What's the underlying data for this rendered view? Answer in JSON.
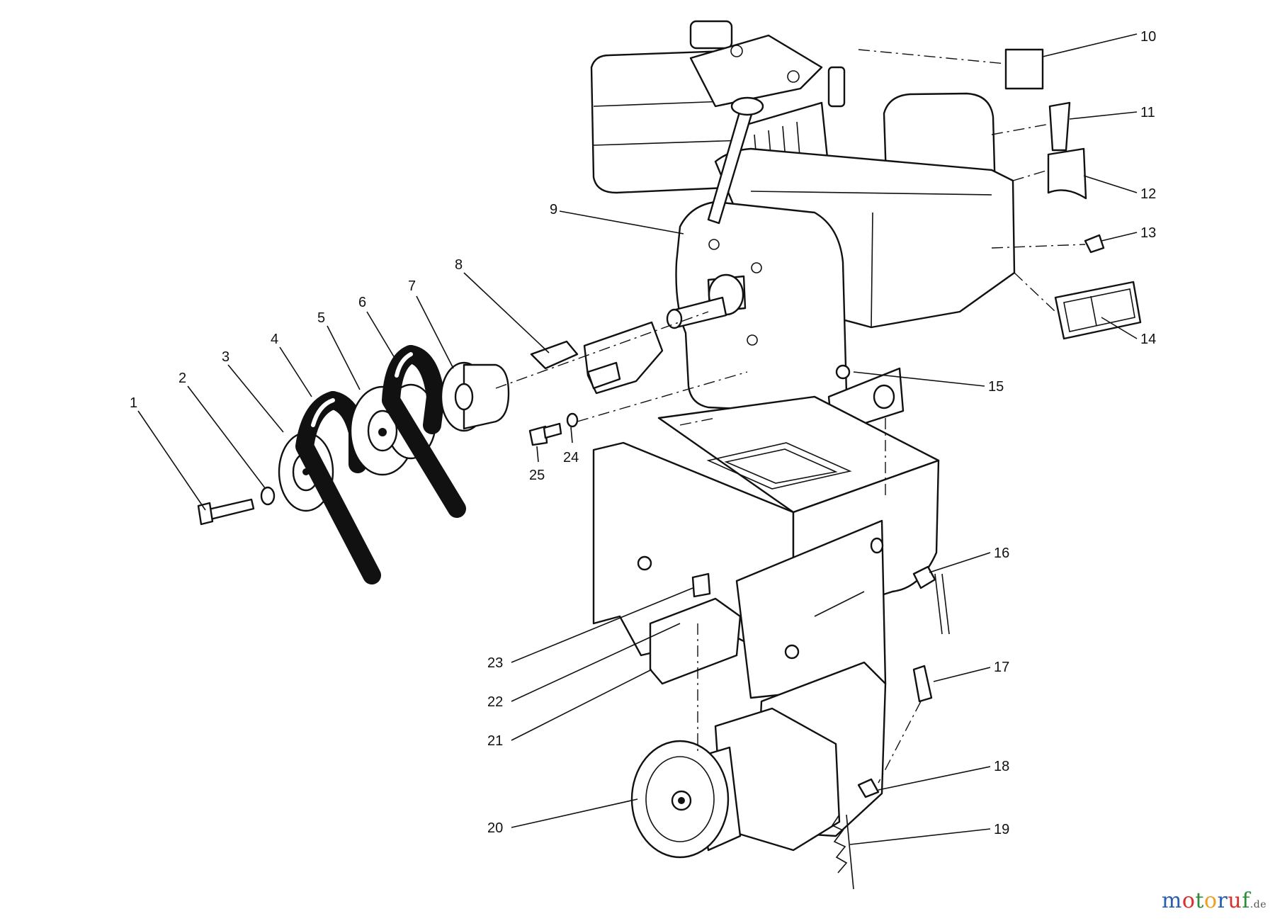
{
  "labels": [
    "1",
    "2",
    "3",
    "4",
    "5",
    "6",
    "7",
    "8",
    "9",
    "10",
    "11",
    "12",
    "13",
    "14",
    "15",
    "16",
    "17",
    "18",
    "19",
    "20",
    "21",
    "22",
    "23",
    "24",
    "25"
  ],
  "watermark": {
    "letters": [
      "m",
      "o",
      "t",
      "o",
      "r",
      "u",
      "f"
    ],
    "letter_colors": [
      "#2a5db0",
      "#d9302c",
      "#2e8b3a",
      "#f0a020",
      "#2a5db0",
      "#d9302c",
      "#2e8b3a"
    ],
    "suffix": ".de"
  }
}
